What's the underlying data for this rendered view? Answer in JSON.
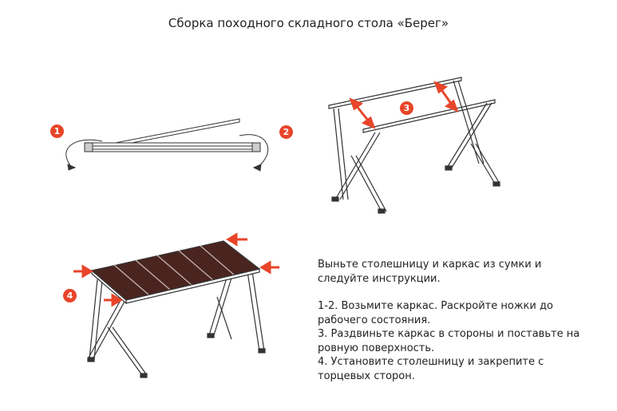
{
  "title": "Сборка походного складного стола «Берег»",
  "steps": {
    "s1": "1",
    "s2": "2",
    "s3": "3",
    "s4": "4"
  },
  "instructions": {
    "intro": "Выньте столешницу и каркас из сумки и следуйте инструкции.",
    "step12": "1-2. Возьмите каркас. Раскройте ножки до рабочего состояния.",
    "step3": "3. Раздвиньте каркас в стороны и поставьте на ровную поверхность.",
    "step4": "4. Установите столешницу и закрепите с торцевых сторон."
  },
  "colors": {
    "accent": "#e8452a",
    "tabletop": "#4a2520"
  }
}
